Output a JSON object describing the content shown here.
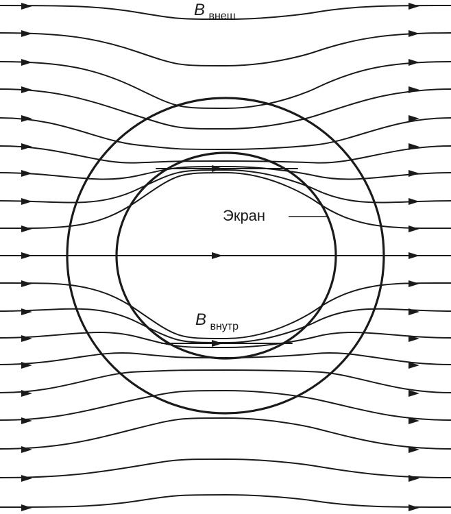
{
  "diagram": {
    "labels": {
      "outer_field": {
        "symbol": "B",
        "subscript": "внеш"
      },
      "inner_field": {
        "symbol": "B",
        "subscript": "внутр"
      },
      "shield": "Экран"
    },
    "colors": {
      "stroke": "#1a1a1a",
      "background": "#ffffff"
    }
  }
}
